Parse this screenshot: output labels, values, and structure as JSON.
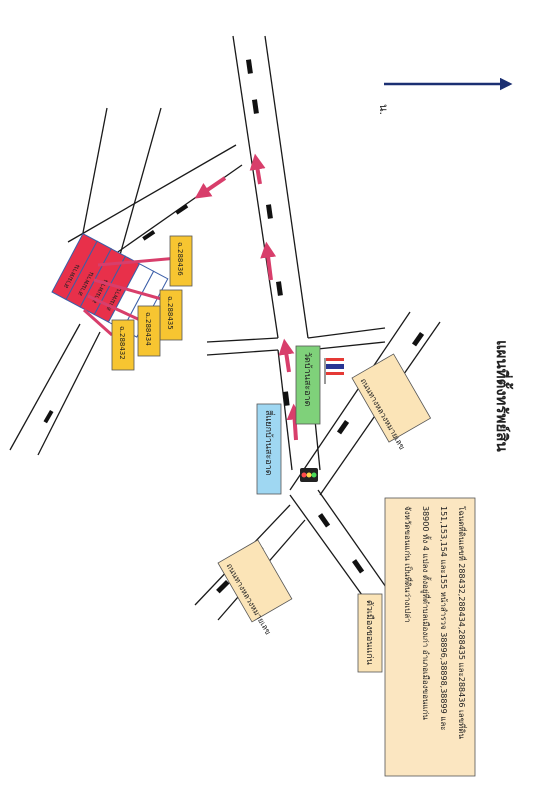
{
  "title": "แผนที่ตั้งทรัพย์สิน",
  "north_label": "น.",
  "colors": {
    "plot_fill": "#e8304a",
    "plot_empty": "#ffffff",
    "plot_outline": "#3b5ea8",
    "label_fill": "#f7c531",
    "arrow": "#d83e6b",
    "temple_fill": "#7fd17a",
    "junction_fill": "#9fd7f2",
    "road_label_fill": "#fbe4b7",
    "info_fill": "#fbe6c1"
  },
  "plot_labels": [
    {
      "text": "ฉ.288436"
    },
    {
      "text": "ฉ.288435"
    },
    {
      "text": "ฉ.288434"
    },
    {
      "text": "ฉ.288432"
    }
  ],
  "plots": [
    {
      "text": "สามพาน"
    },
    {
      "text": "สามพาน"
    },
    {
      "text": "สามพาน"
    },
    {
      "text": "สามพาน"
    },
    {
      "text": ""
    },
    {
      "text": ""
    }
  ],
  "temple_label": "วัดบ้านสะอาด",
  "junction_label": "สี่แยกบ้านสะอาด",
  "road_labels": [
    {
      "text": "ถนนทางหลวงหมายเลข"
    },
    {
      "text": "ถนนทางหลวงหมายเลข"
    },
    {
      "text": "ตัวเมืองขอนแก่น"
    }
  ],
  "info_lines": [
    "โฉนดที่ดินเลขที่ 288432,288434,288435 และ288436 เลขที่ดิน",
    "151,153,154 และ155 หน้าสำรวจ 38896,38898,38899 และ",
    "38900 ทั้ง 4 แปลง ตั้งอยู่ที่ตำบลเมืองเก่า อำเภอเมืองขอนแก่น",
    "จังหวัดขอนแก่น เป็นที่ดินว่างเปล่า"
  ]
}
